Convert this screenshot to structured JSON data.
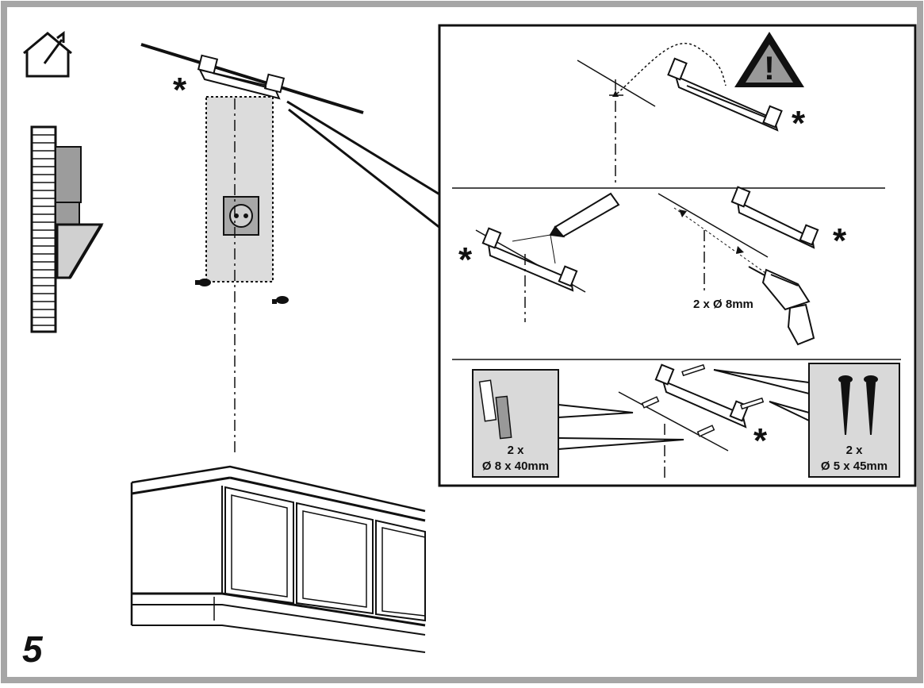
{
  "step_number": "5",
  "labels": {
    "asterisk": "*",
    "warning_mark": "!",
    "drill_spec": "2 x Ø 8mm",
    "plugs_qty": "2 x",
    "plugs_size": "Ø 8 x 40mm",
    "screws_qty": "2 x",
    "screws_size": "Ø 5 x 45mm"
  },
  "icons": [
    "house-install-icon",
    "warning-triangle-icon",
    "pencil-icon",
    "drill-icon",
    "wall-plug-icon",
    "screw-icon",
    "socket-icon"
  ],
  "colors": {
    "frame": "#a6a6a6",
    "ink": "#111111",
    "panel_gray": "#d9d9d9",
    "gray_fill": "#9c9c9c"
  }
}
